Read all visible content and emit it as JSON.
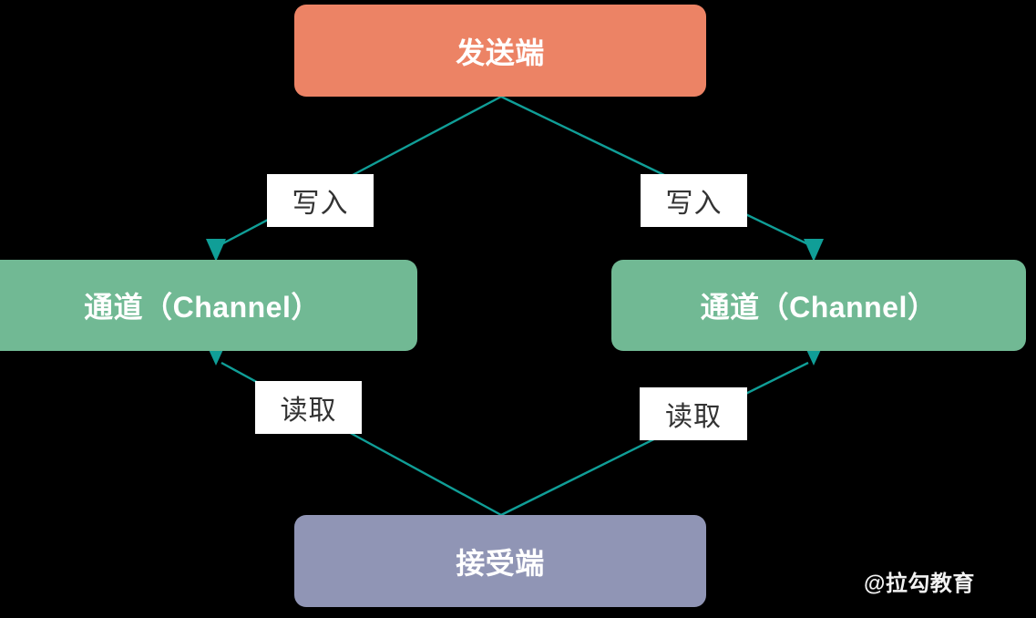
{
  "diagram": {
    "title": "Channel data flow diagram",
    "background_color": "#000000",
    "edge_color": "#109e97",
    "nodes": {
      "sender": {
        "label": "发送端",
        "color": "#ec8365",
        "text_color": "#ffffff"
      },
      "channel_left": {
        "label": "通道（Channel）",
        "color": "#71b994",
        "text_color": "#ffffff"
      },
      "channel_right": {
        "label": "通道（Channel）",
        "color": "#71b994",
        "text_color": "#ffffff"
      },
      "receiver": {
        "label": "接受端",
        "color": "#9095b5",
        "text_color": "#ffffff"
      }
    },
    "edge_labels": {
      "write_left": "写入",
      "write_right": "写入",
      "read_left": "读取",
      "read_right": "读取"
    },
    "watermark": "@拉勾教育"
  }
}
